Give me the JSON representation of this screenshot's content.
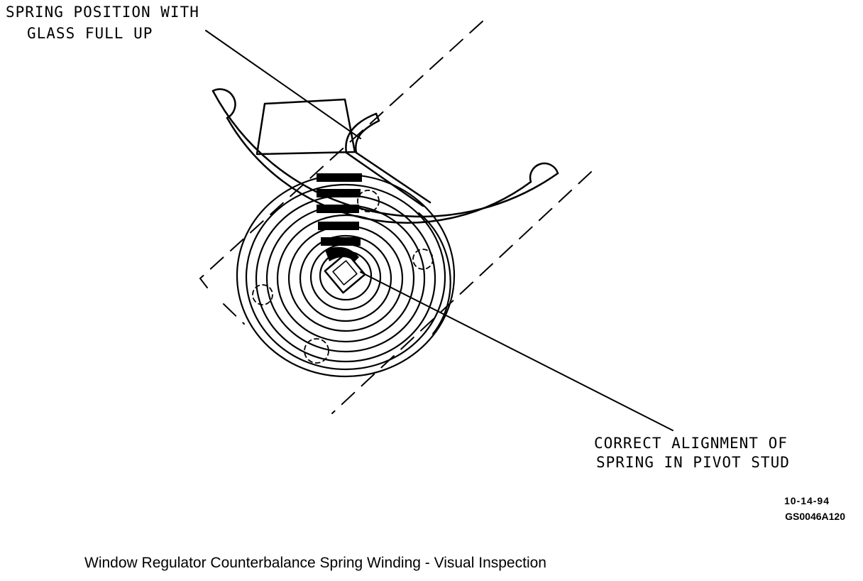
{
  "callouts": {
    "spring_position": {
      "line1": "SPRING POSITION WITH",
      "line2": "GLASS FULL UP"
    },
    "correct_alignment": {
      "line1": "CORRECT ALIGNMENT OF",
      "line2": "SPRING IN PIVOT STUD"
    }
  },
  "reference": {
    "date": "10-14-94",
    "code": "GS0046A120"
  },
  "caption": "Window Regulator Counterbalance Spring Winding - Visual Inspection",
  "colors": {
    "ink": "#000000",
    "background": "#ffffff"
  }
}
